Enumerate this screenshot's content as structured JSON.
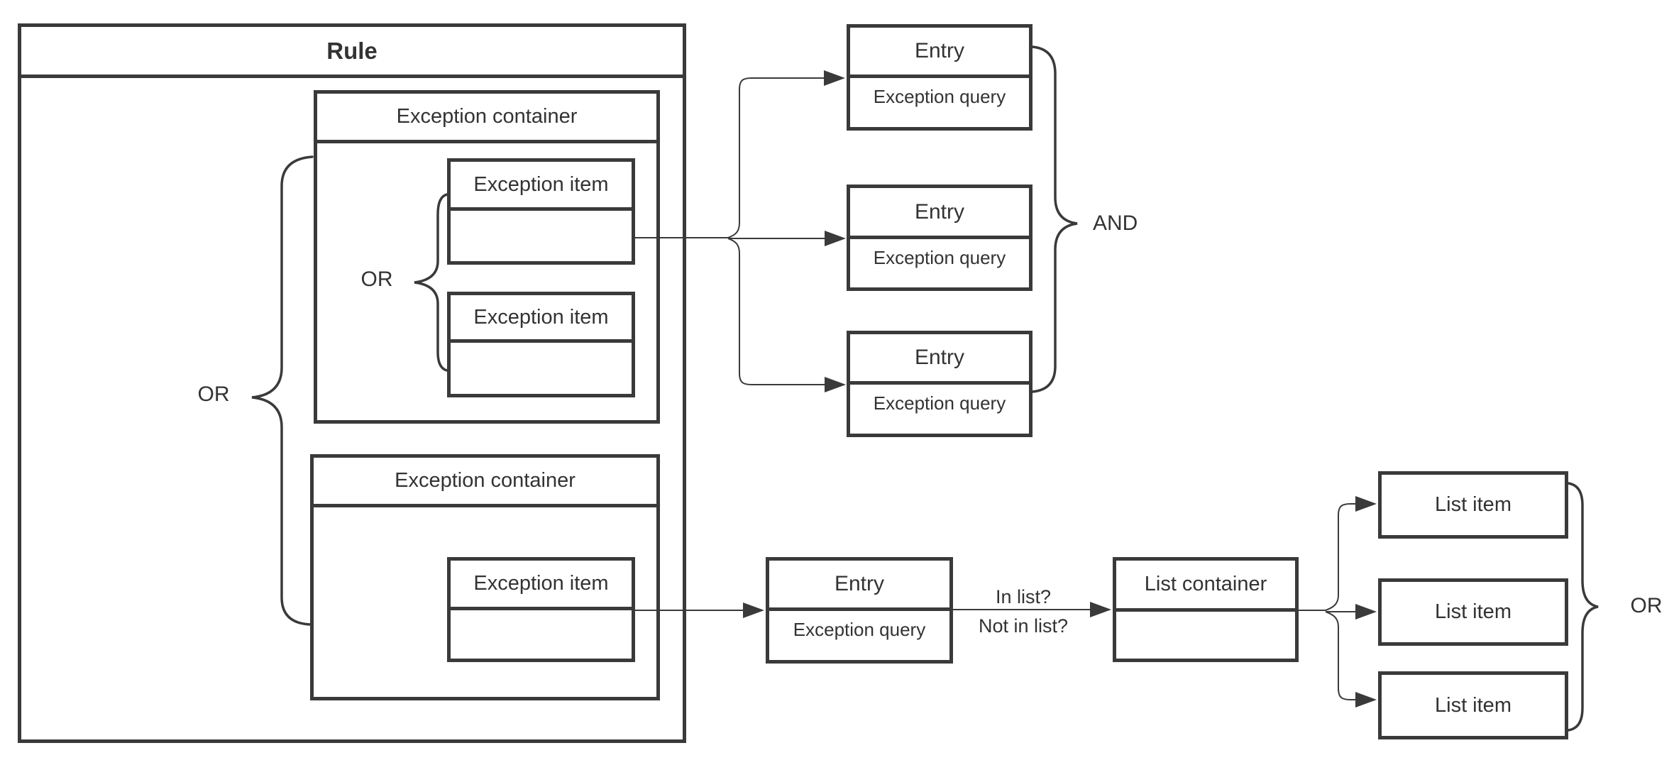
{
  "diagram": {
    "rule": {
      "title": "Rule"
    },
    "exception_containers": [
      {
        "title": "Exception container"
      },
      {
        "title": "Exception container"
      }
    ],
    "exception_items": [
      {
        "title": "Exception item"
      },
      {
        "title": "Exception item"
      },
      {
        "title": "Exception item"
      }
    ],
    "entries": [
      {
        "title": "Entry",
        "query": "Exception query"
      },
      {
        "title": "Entry",
        "query": "Exception query"
      },
      {
        "title": "Entry",
        "query": "Exception query"
      },
      {
        "title": "Entry",
        "query": "Exception query"
      }
    ],
    "list_container": {
      "title": "List container"
    },
    "list_items": [
      {
        "label": "List item"
      },
      {
        "label": "List item"
      },
      {
        "label": "List item"
      }
    ],
    "operators": {
      "outer_or": "OR",
      "inner_or": "OR",
      "and": "AND",
      "list_or": "OR"
    },
    "edge_labels": {
      "in_list": "In list?",
      "not_in_list": "Not in list?"
    },
    "colors": {
      "stroke": "#3a3a3a",
      "text": "#333333",
      "background": "#ffffff"
    }
  }
}
